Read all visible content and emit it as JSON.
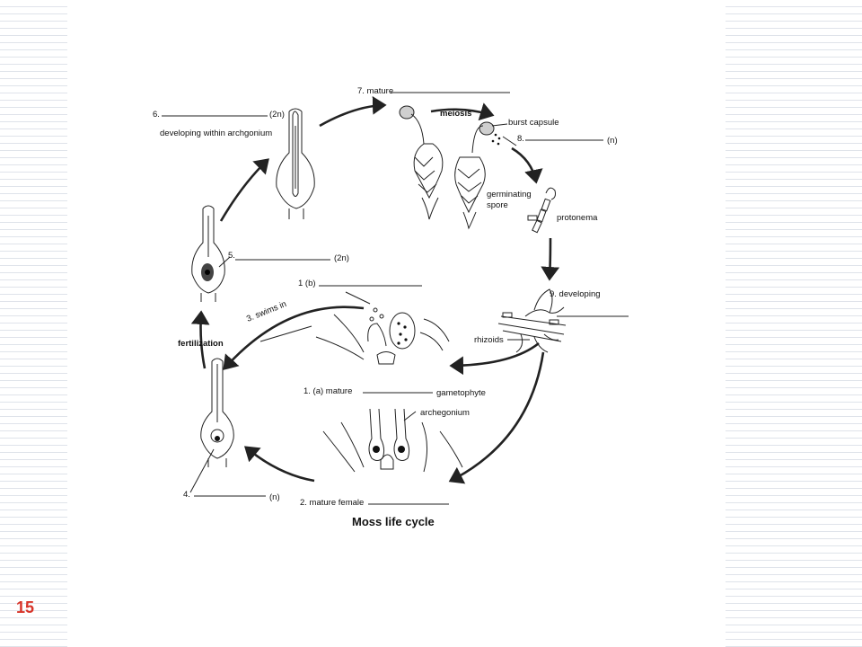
{
  "slide": {
    "number": "15"
  },
  "diagram": {
    "title": "Moss life cycle",
    "labels": {
      "l6": "6.",
      "l6_ploidy": "(2n)",
      "developing_archegonium": "developing within archgonium",
      "l7": "7. mature",
      "meiosis": "meiosis",
      "burst_capsule": "burst capsule",
      "l8": "8.",
      "l8_ploidy": "(n)",
      "germinating": "germinating",
      "spore": "spore",
      "protonema": "protonema",
      "l9": "9. developing",
      "rhizoids": "rhizoids",
      "l5": "5.",
      "l5_ploidy": "(2n)",
      "l1b": "1 (b)",
      "swims_in": "3. swims in",
      "fertilization": "fertilization",
      "l1a": "1. (a) mature",
      "gametophyte": "gametophyte",
      "archegonium": "archegonium",
      "l4": "4.",
      "l4_ploidy": "(n)",
      "l2": "2. mature female"
    }
  },
  "colors": {
    "stripe": "#dfe3ea",
    "slide_number": "#d8352a",
    "ink": "#222222"
  }
}
